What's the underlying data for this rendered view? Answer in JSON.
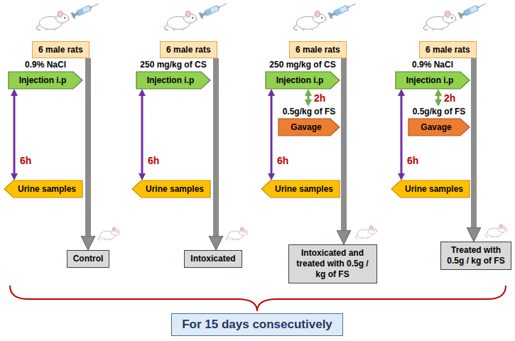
{
  "diagram": {
    "nodes": [
      {
        "text": [
          "6 male rats"
        ]
      },
      {
        "text": [
          "0.9% NaCl",
          "Injection i.p"
        ]
      },
      {
        "text": [
          "Urine samples"
        ]
      },
      {
        "text": [
          "Control"
        ]
      },
      {
        "text": [
          "6 male rats"
        ]
      },
      {
        "text": [
          "250 mg/kg of CS",
          "Injection i.p"
        ]
      },
      {
        "text": [
          "Urine samples"
        ]
      },
      {
        "text": [
          "Intoxicated"
        ]
      },
      {
        "text": [
          "6 male rats"
        ]
      },
      {
        "text": [
          "250 mg/kg of CS",
          "Injection i.p"
        ]
      },
      {
        "text": [
          "0.5g/kg of FS",
          "Gavage"
        ]
      },
      {
        "text": [
          "Urine samples"
        ]
      },
      {
        "text": [
          "Intoxicated and treated with 0.5g / kg of FS"
        ]
      },
      {
        "text": [
          "6 male rats"
        ]
      },
      {
        "text": [
          "0.9% NaCl",
          "Injection i.p"
        ]
      },
      {
        "text": [
          "0.5g/kg of FS",
          "Gavage"
        ]
      },
      {
        "text": [
          "Urine samples"
        ]
      },
      {
        "text": [
          "Treated with 0.5g / kg of FS"
        ]
      },
      {
        "text": [
          "For 15 days consecutively"
        ]
      }
    ],
    "edges": [
      {
        "from": 0,
        "to": 3,
        "arrow": "to"
      },
      {
        "from": 1,
        "to": 2,
        "label": "6h",
        "arrow": "both"
      },
      {
        "from": 4,
        "to": 7,
        "arrow": "to"
      },
      {
        "from": 5,
        "to": 6,
        "label": "6h",
        "arrow": "both"
      },
      {
        "from": 8,
        "to": 12,
        "arrow": "to"
      },
      {
        "from": 9,
        "to": 11,
        "label": "6h",
        "arrow": "both"
      },
      {
        "from": 9,
        "to": 10,
        "label": "2h",
        "arrow": "both"
      },
      {
        "from": 13,
        "to": 17,
        "arrow": "to"
      },
      {
        "from": 14,
        "to": 16,
        "label": "6h",
        "arrow": "both"
      },
      {
        "from": 14,
        "to": 15,
        "label": "2h",
        "arrow": "both"
      }
    ]
  }
}
